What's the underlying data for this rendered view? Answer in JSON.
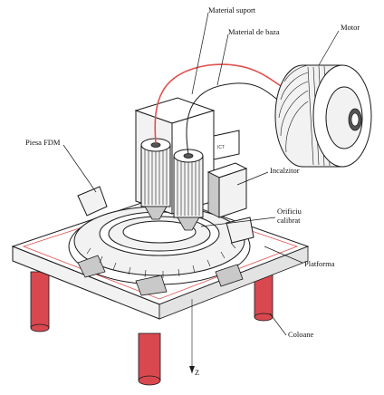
{
  "colors": {
    "column_red": "#d9484f",
    "filament_red": "#e0504f",
    "ink": "#1a1a1a",
    "background": "#ffffff"
  },
  "labels": {
    "material_suport": "Material suport",
    "material_baza": "Material de baza",
    "motor": "Motor",
    "piesa_fdm": "Piesa FDM",
    "incalzitor": "Incalzitor",
    "orificiu_line1": "Orificiu",
    "orificiu_line2": "calibrat",
    "platforma": "Platforma",
    "coloane": "Coloane",
    "axis_z": "Z"
  }
}
